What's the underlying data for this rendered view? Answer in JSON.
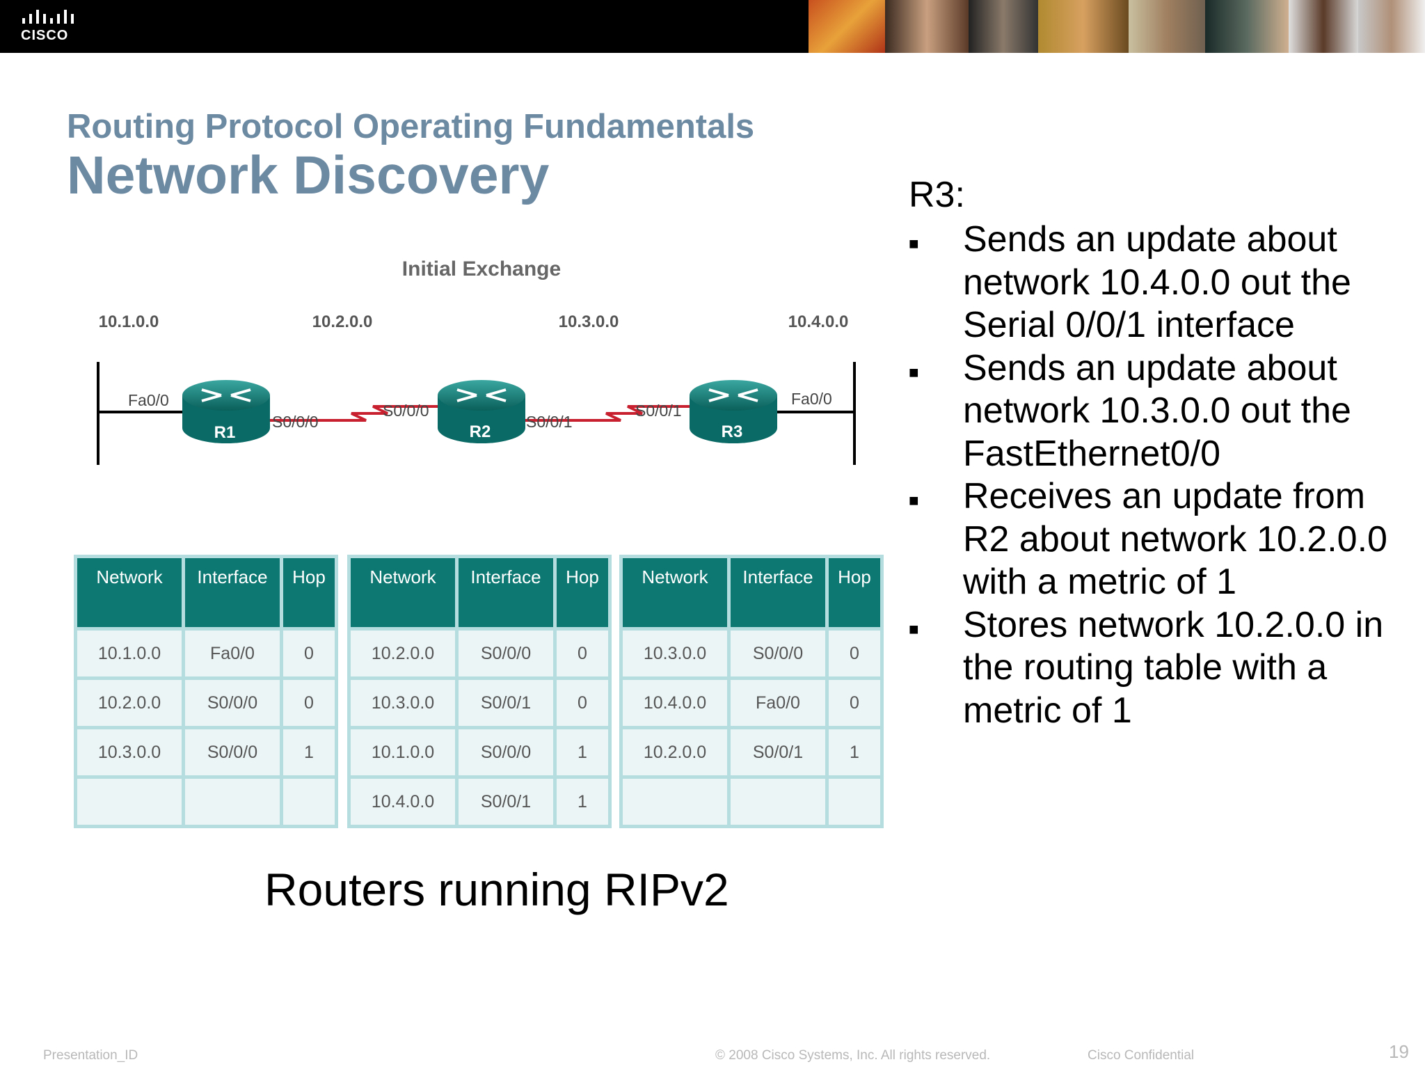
{
  "brand": {
    "logo_text": "CISCO"
  },
  "header": {
    "subtitle": "Routing Protocol Operating Fundamentals",
    "title": "Network Discovery"
  },
  "diagram": {
    "heading": "Initial Exchange",
    "networks": [
      "10.1.0.0",
      "10.2.0.0",
      "10.3.0.0",
      "10.4.0.0"
    ],
    "routers": [
      "R1",
      "R2",
      "R3"
    ],
    "interfaces": {
      "r1_fa": "Fa0/0",
      "r1_s": "S0/0/0",
      "r2_s0": "S0/0/0",
      "r2_s1": "S0/0/1",
      "r3_s": "S0/0/1",
      "r3_fa": "Fa0/0"
    },
    "colors": {
      "router": "#0e7d78",
      "serial_link": "#c8202f",
      "ethernet": "#000000"
    }
  },
  "tables": [
    {
      "headers": [
        "Network",
        "Interface",
        "Hop"
      ],
      "rows": [
        [
          "10.1.0.0",
          "Fa0/0",
          "0"
        ],
        [
          "10.2.0.0",
          "S0/0/0",
          "0"
        ],
        [
          "10.3.0.0",
          "S0/0/0",
          "1"
        ],
        [
          "",
          "",
          ""
        ]
      ]
    },
    {
      "headers": [
        "Network",
        "Interface",
        "Hop"
      ],
      "rows": [
        [
          "10.2.0.0",
          "S0/0/0",
          "0"
        ],
        [
          "10.3.0.0",
          "S0/0/1",
          "0"
        ],
        [
          "10.1.0.0",
          "S0/0/0",
          "1"
        ],
        [
          "10.4.0.0",
          "S0/0/1",
          "1"
        ]
      ]
    },
    {
      "headers": [
        "Network",
        "Interface",
        "Hop"
      ],
      "rows": [
        [
          "10.3.0.0",
          "S0/0/0",
          "0"
        ],
        [
          "10.4.0.0",
          "Fa0/0",
          "0"
        ],
        [
          "10.2.0.0",
          "S0/0/1",
          "1"
        ],
        [
          "",
          "",
          ""
        ]
      ]
    }
  ],
  "caption": "Routers running RIPv2",
  "side": {
    "heading": "R3:",
    "bullets": [
      "Sends an update about network 10.4.0.0 out the Serial 0/0/1 interface",
      "Sends an update about network 10.3.0.0 out the FastEthernet0/0",
      "Receives an update from R2 about network 10.2.0.0 with a metric of 1",
      "Stores network 10.2.0.0 in the routing table with a metric of 1"
    ]
  },
  "footer": {
    "left": "Presentation_ID",
    "center": "© 2008 Cisco Systems, Inc. All rights reserved.",
    "right": "Cisco Confidential",
    "page": "19"
  }
}
